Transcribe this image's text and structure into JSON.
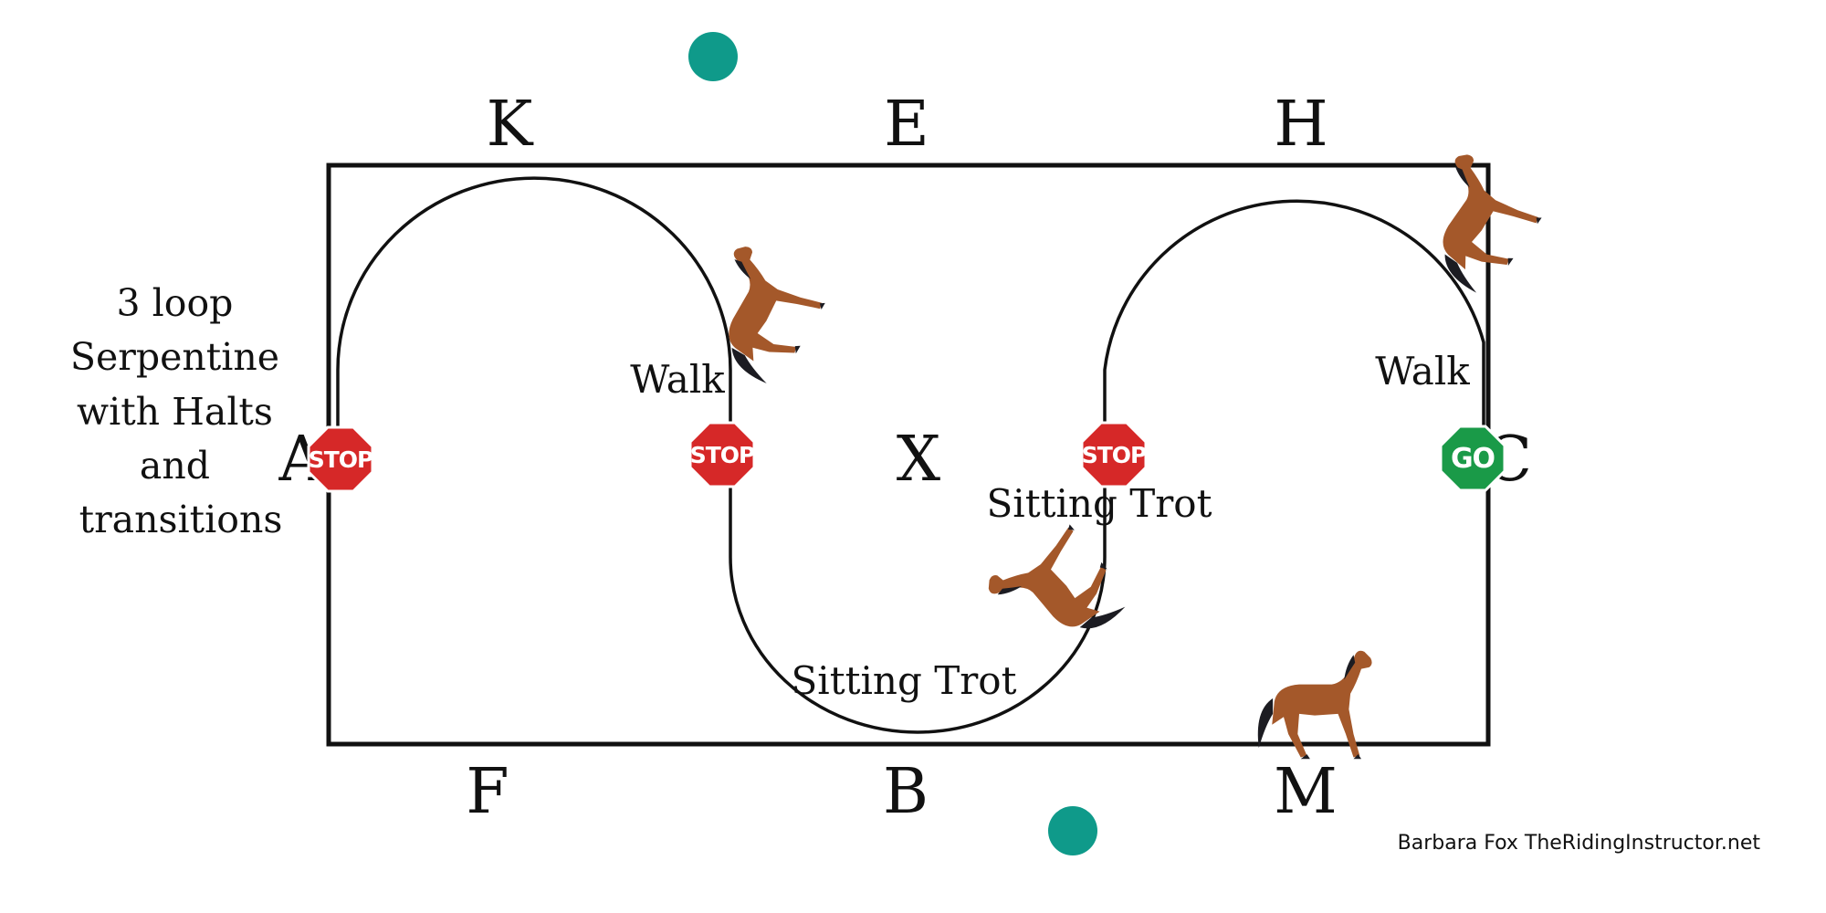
{
  "title_lines": [
    "3 loop",
    "Serpentine",
    "with Halts",
    "and",
    "transitions"
  ],
  "arena_letters": {
    "top": [
      "K",
      "E",
      "H"
    ],
    "bottom": [
      "F",
      "B",
      "M"
    ],
    "left": "A",
    "right": "C",
    "center": "X"
  },
  "path_labels": {
    "walk_left": "Walk",
    "walk_right": "Walk",
    "sitting_trot_bottom": "Sitting Trot",
    "sitting_trot_right": "Sitting Trot"
  },
  "signs": [
    {
      "kind": "stop",
      "text": "STOP",
      "color": "#d62828"
    },
    {
      "kind": "stop",
      "text": "STOP",
      "color": "#d62828"
    },
    {
      "kind": "stop",
      "text": "STOP",
      "color": "#d62828"
    },
    {
      "kind": "go",
      "text": "GO",
      "color": "#1a9a48"
    }
  ],
  "credit": "Barbara Fox TheRidingInstructor.net",
  "colors": {
    "teal_marker": "#0f9a8a",
    "horse_body": "#a4582a",
    "horse_mane": "#1c1c22",
    "arena_line": "#111111"
  }
}
